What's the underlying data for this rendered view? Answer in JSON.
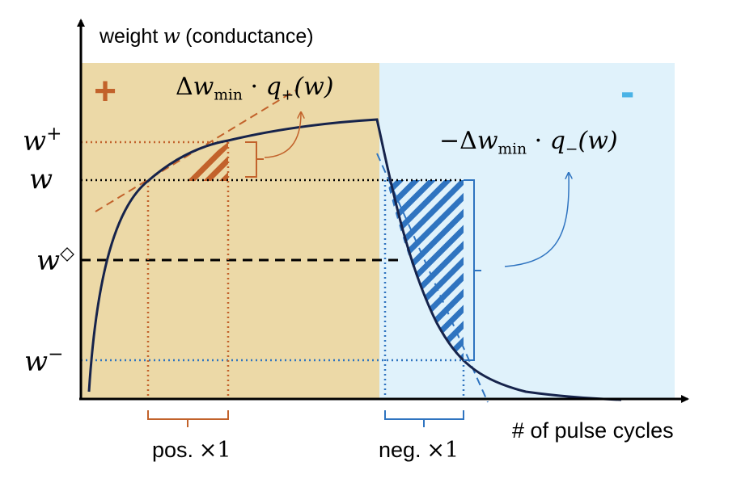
{
  "labels": {
    "y_axis_prefix": "weight",
    "y_axis_var": "w",
    "y_axis_suffix": "(conductance)",
    "x_axis": "# of pulse cycles",
    "plus_sign": "+",
    "minus_sign": "-",
    "pos_formula": {
      "delta": "Δ",
      "w": "w",
      "min": "min",
      "dot": "·",
      "q": "q",
      "q_sub": "+",
      "arg": "(w)"
    },
    "neg_formula": {
      "sign": "−",
      "delta": "Δ",
      "w": "w",
      "min": "min",
      "dot": "·",
      "q": "q",
      "q_sub": "−",
      "arg": "(w)"
    },
    "w_plus": {
      "base": "w",
      "sup": "+"
    },
    "w": {
      "base": "w"
    },
    "w_sym": {
      "base": "w",
      "sup": "◇"
    },
    "w_minus": {
      "base": "w",
      "sup": "−"
    },
    "pos_bracket": {
      "text": "pos.",
      "times": "×1"
    },
    "neg_bracket": {
      "text": "neg.",
      "times": "×1"
    }
  },
  "colors": {
    "positive_region": "#ecd9a7",
    "negative_region": "#e0f2fb",
    "curve": "#16234b",
    "orange": "#c2622b",
    "blue": "#2f74c0",
    "axis": "#000000"
  }
}
